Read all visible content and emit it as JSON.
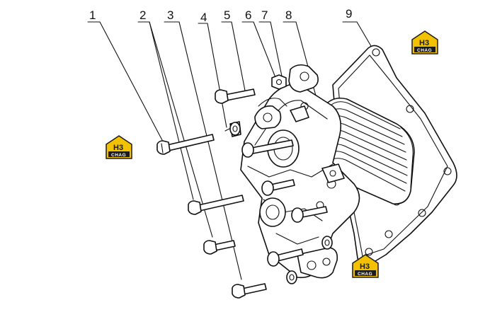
{
  "diagram": {
    "callouts": [
      "1",
      "2",
      "3",
      "4",
      "5",
      "6",
      "7",
      "8",
      "9"
    ],
    "watermark": {
      "brand": "H3",
      "sub": "CHAG",
      "color_yellow": "#f2c100",
      "color_dark": "#1b1b1b"
    }
  }
}
